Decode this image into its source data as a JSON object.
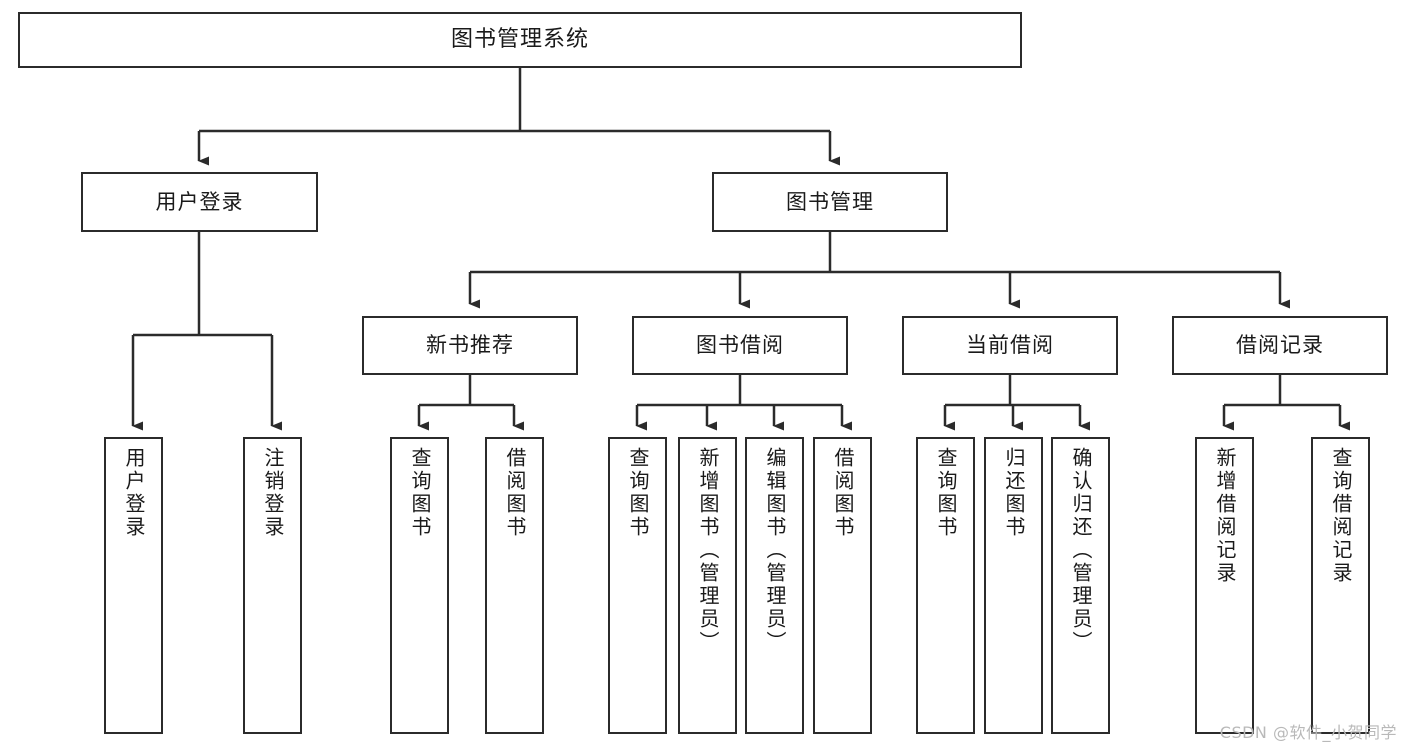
{
  "diagram": {
    "title": "图书管理系统",
    "type": "hierarchy-tree",
    "root": {
      "label": "图书管理系统"
    },
    "level1": [
      {
        "label": "用户登录"
      },
      {
        "label": "图书管理"
      }
    ],
    "level2": [
      {
        "label": "新书推荐"
      },
      {
        "label": "图书借阅"
      },
      {
        "label": "当前借阅"
      },
      {
        "label": "借阅记录"
      }
    ],
    "leaves": {
      "user_login": [
        {
          "label": "用户登录"
        },
        {
          "label": "注销登录"
        }
      ],
      "new_book_recommend": [
        {
          "label": "查询图书"
        },
        {
          "label": "借阅图书"
        }
      ],
      "book_borrow": [
        {
          "label": "查询图书"
        },
        {
          "label": "新增图书（管理员）"
        },
        {
          "label": "编辑图书（管理员）"
        },
        {
          "label": "借阅图书"
        }
      ],
      "current_borrow": [
        {
          "label": "查询图书"
        },
        {
          "label": "归还图书"
        },
        {
          "label": "确认归还（管理员）"
        }
      ],
      "borrow_record": [
        {
          "label": "新增借阅记录"
        },
        {
          "label": "查询借阅记录"
        }
      ]
    },
    "watermark": "CSDN @软件_小贺同学",
    "colors": {
      "stroke": "#2b2b2b",
      "fill": "#ffffff",
      "text": "#1a1a1a",
      "watermark": "#b9b9b9"
    }
  }
}
